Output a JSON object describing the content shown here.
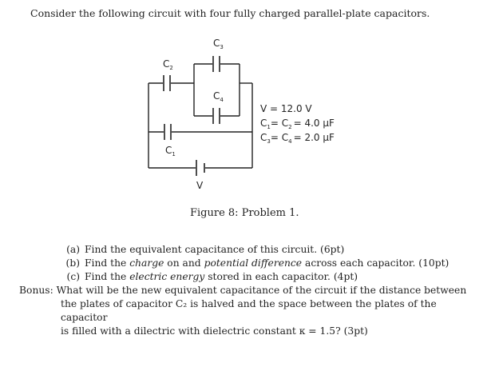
{
  "intro": "Consider the following circuit with four fully charged parallel-plate capacitors.",
  "circuit": {
    "labels": {
      "c1": {
        "main": "C",
        "sub": "1"
      },
      "c2": {
        "main": "C",
        "sub": "2"
      },
      "c3": {
        "main": "C",
        "sub": "3"
      },
      "c4": {
        "main": "C",
        "sub": "4"
      },
      "battery": "V"
    },
    "values": {
      "v_line": "V = 12.0 V",
      "c12_line": {
        "c": "C",
        "s1": "1",
        "eq": "= C",
        "s2": "2",
        "val": "= 4.0 μF"
      },
      "c34_line": {
        "c": "C",
        "s1": "3",
        "eq": "= C",
        "s2": "4",
        "val": "= 2.0 μF"
      }
    }
  },
  "caption": "Figure 8: Problem 1.",
  "questions": {
    "a": {
      "tag": "(a)",
      "text": "Find the equivalent capacitance of this circuit. (6pt)"
    },
    "b": {
      "tag": "(b)",
      "pre": "Find the ",
      "em1": "charge",
      "mid": " on and ",
      "em2": "potential difference",
      "post": " across each capacitor. (10pt)"
    },
    "c": {
      "tag": "(c)",
      "pre": "Find the ",
      "em1": "electric energy",
      "post": " stored in each capacitor. (4pt)"
    },
    "bonus": {
      "tag": "Bonus:",
      "line1": "What will be the new equivalent capacitance of the circuit if the distance between",
      "line2": "the plates of capacitor C₂ is halved and the space between the plates of the capacitor",
      "line3": "is filled with a dilectric with dielectric constant κ = 1.5? (3pt)"
    }
  }
}
